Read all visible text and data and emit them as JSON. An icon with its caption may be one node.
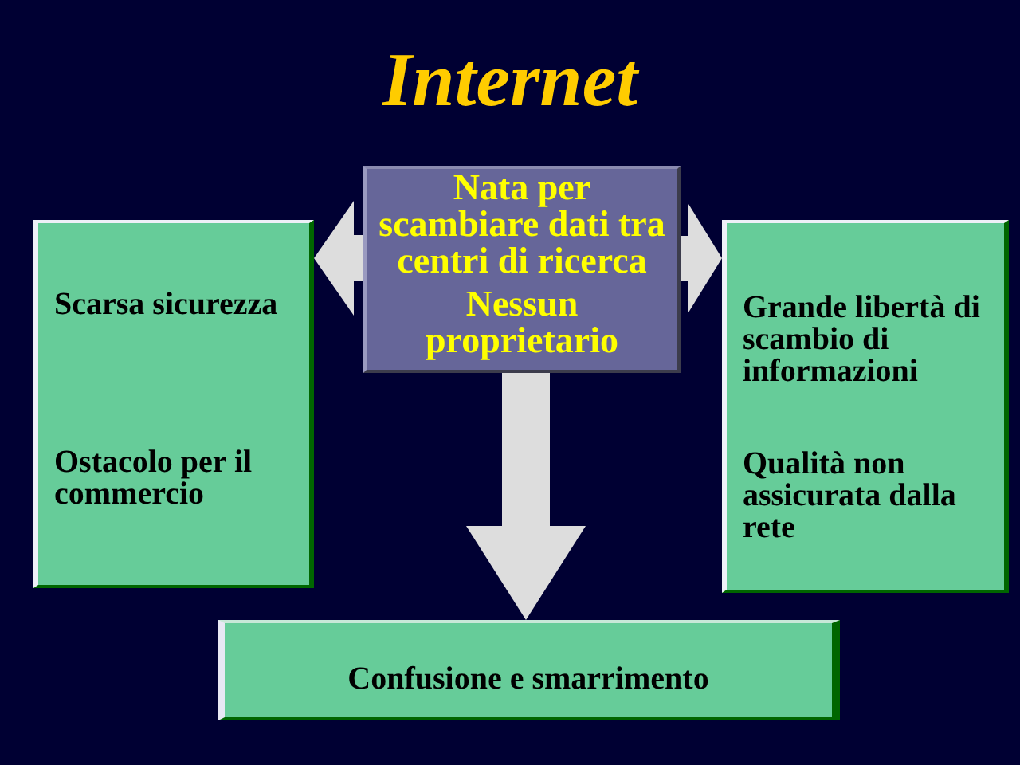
{
  "diagram": {
    "title": "Internet",
    "nodes": [
      {
        "text": [
          "Nata per scambiare dati tra centri di ricerca",
          "Nessun proprietario"
        ]
      },
      {
        "text": [
          "Scarsa sicurezza",
          "Ostacolo per il commercio"
        ]
      },
      {
        "text": [
          "Grande libertà di scambio di informazioni",
          "Qualità non assicurata dalla rete"
        ]
      },
      {
        "text": [
          "Confusione e smarrimento"
        ]
      }
    ],
    "edges": [
      {
        "from": 0,
        "to": 1,
        "arrow": "to"
      },
      {
        "from": 0,
        "to": 2,
        "arrow": "to"
      },
      {
        "from": 0,
        "to": 3,
        "arrow": "to"
      }
    ]
  }
}
